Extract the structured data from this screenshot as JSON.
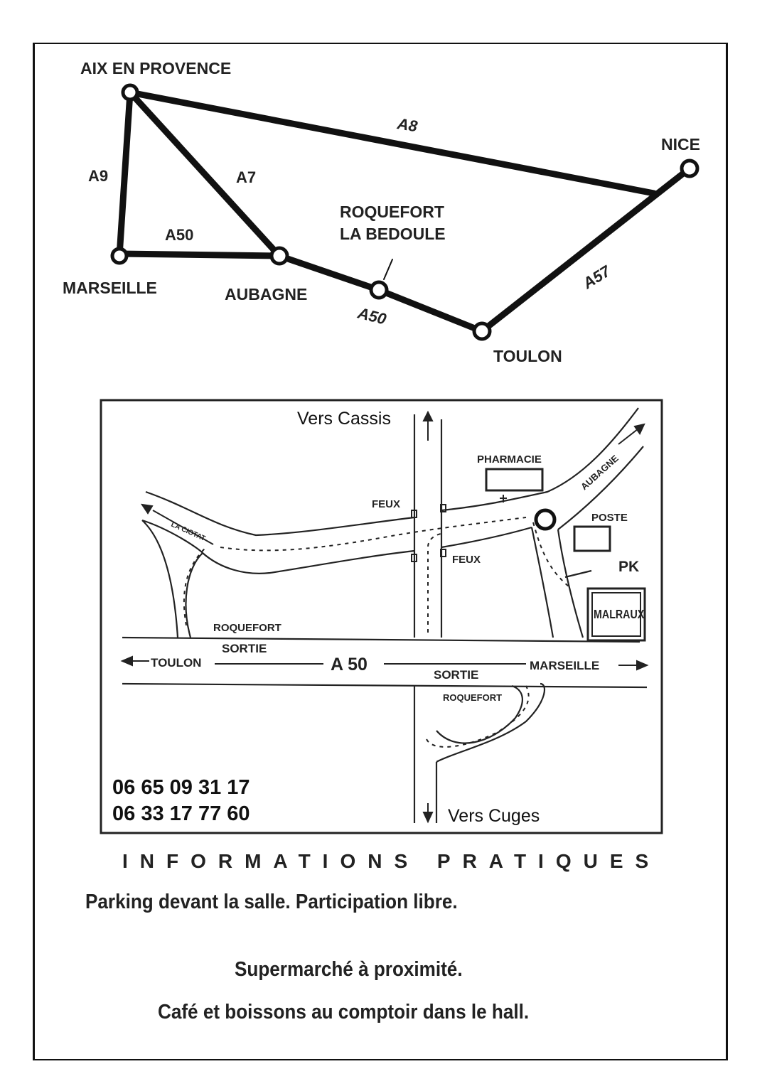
{
  "overview_map": {
    "cities": {
      "aix": "AIX EN PROVENCE",
      "nice": "NICE",
      "roquefort_1": "ROQUEFORT",
      "roquefort_2": "LA BEDOULE",
      "marseille": "MARSEILLE",
      "aubagne": "AUBAGNE",
      "toulon": "TOULON"
    },
    "roads": {
      "a8": "A8",
      "a9": "A9",
      "a7": "A7",
      "a50_west": "A50",
      "a50_east": "A50",
      "a57": "A57"
    }
  },
  "detail_map": {
    "vers_cassis": "Vers Cassis",
    "vers_cuges": "Vers Cuges",
    "pharmacie": "PHARMACIE",
    "aubagne": "AUBAGNE",
    "poste": "POSTE",
    "pk": "PK",
    "feux_top": "FEUX",
    "feux_mid": "FEUX",
    "la_ciotat": "LA CIOTAT",
    "malraux": "MALRAUX",
    "roquefort_west": "ROQUEFORT",
    "sortie_west": "SORTIE",
    "toulon": "TOULON",
    "a50": "A 50",
    "marseille": "MARSEILLE",
    "sortie_east": "SORTIE",
    "roquefort_east": "ROQUEFORT",
    "phones": [
      "06 65 09 31 17",
      "06 33 17 77 60"
    ]
  },
  "info": {
    "title": "INFORMATIONS PRATIQUES",
    "line1": "Parking devant la salle. Participation libre.",
    "line2": "Supermarché à proximité.",
    "line3": "Café et boissons au comptoir dans le hall."
  }
}
